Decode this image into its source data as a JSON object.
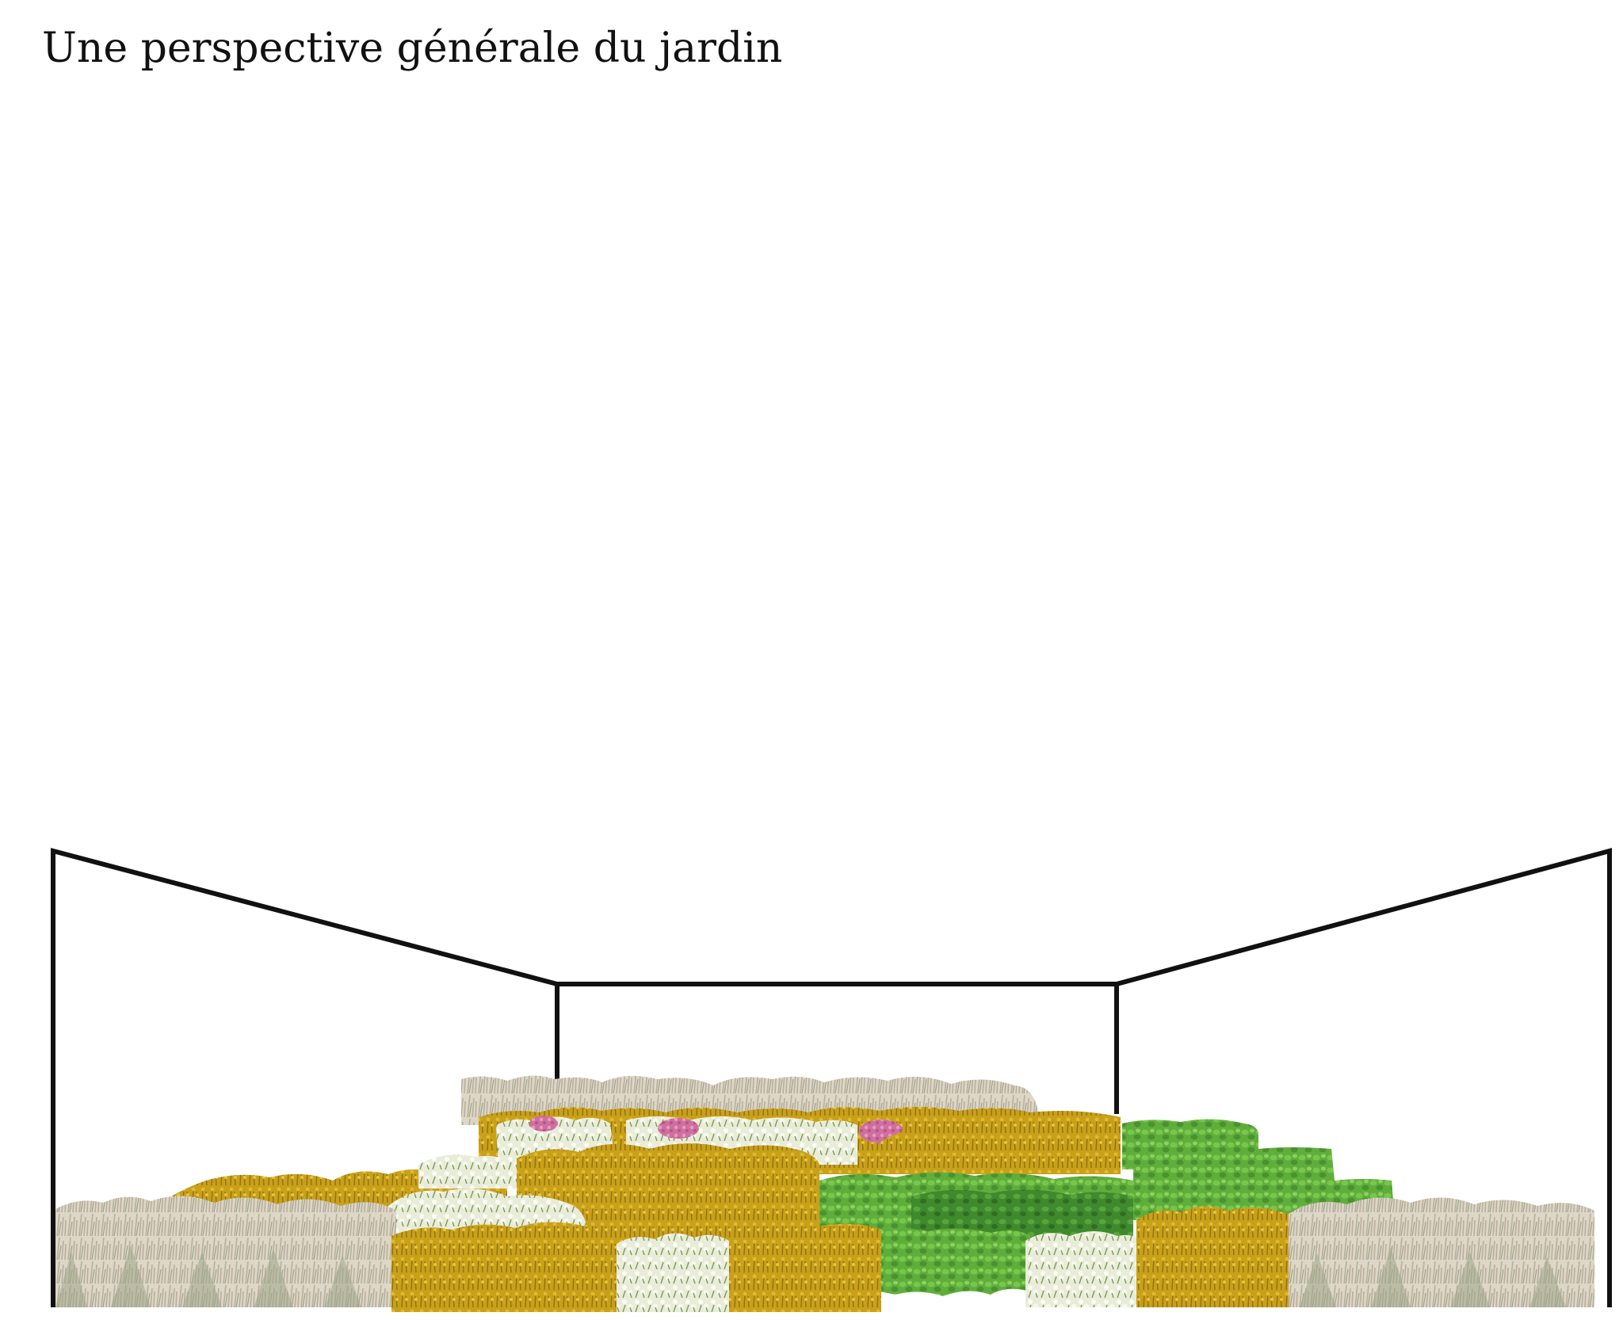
{
  "page": {
    "title": "Une perspective générale du jardin"
  },
  "colors": {
    "background": "#ffffff",
    "title_text": "#111111",
    "frame_line": "#111111",
    "goldenrod_yellow": "#c9a01a",
    "goldenrod_dark": "#9a7a12",
    "grass_cream": "#e4ded0",
    "grass_pink_plume": "#c9b4ae",
    "white_flower": "#eef0e0",
    "leaf_green": "#5fae3c",
    "leaf_dark_green": "#3d7f2a",
    "pink_sedum": "#d77aa8"
  },
  "drawing": {
    "type": "garden perspective collage",
    "frame": "black outline of a room in one-point perspective: back wall, two receding side walls",
    "planting_types": [
      "ornamental-grass",
      "goldenrod",
      "white-flowering-perennial",
      "green-leafy-shrub",
      "pink-sedum"
    ]
  }
}
